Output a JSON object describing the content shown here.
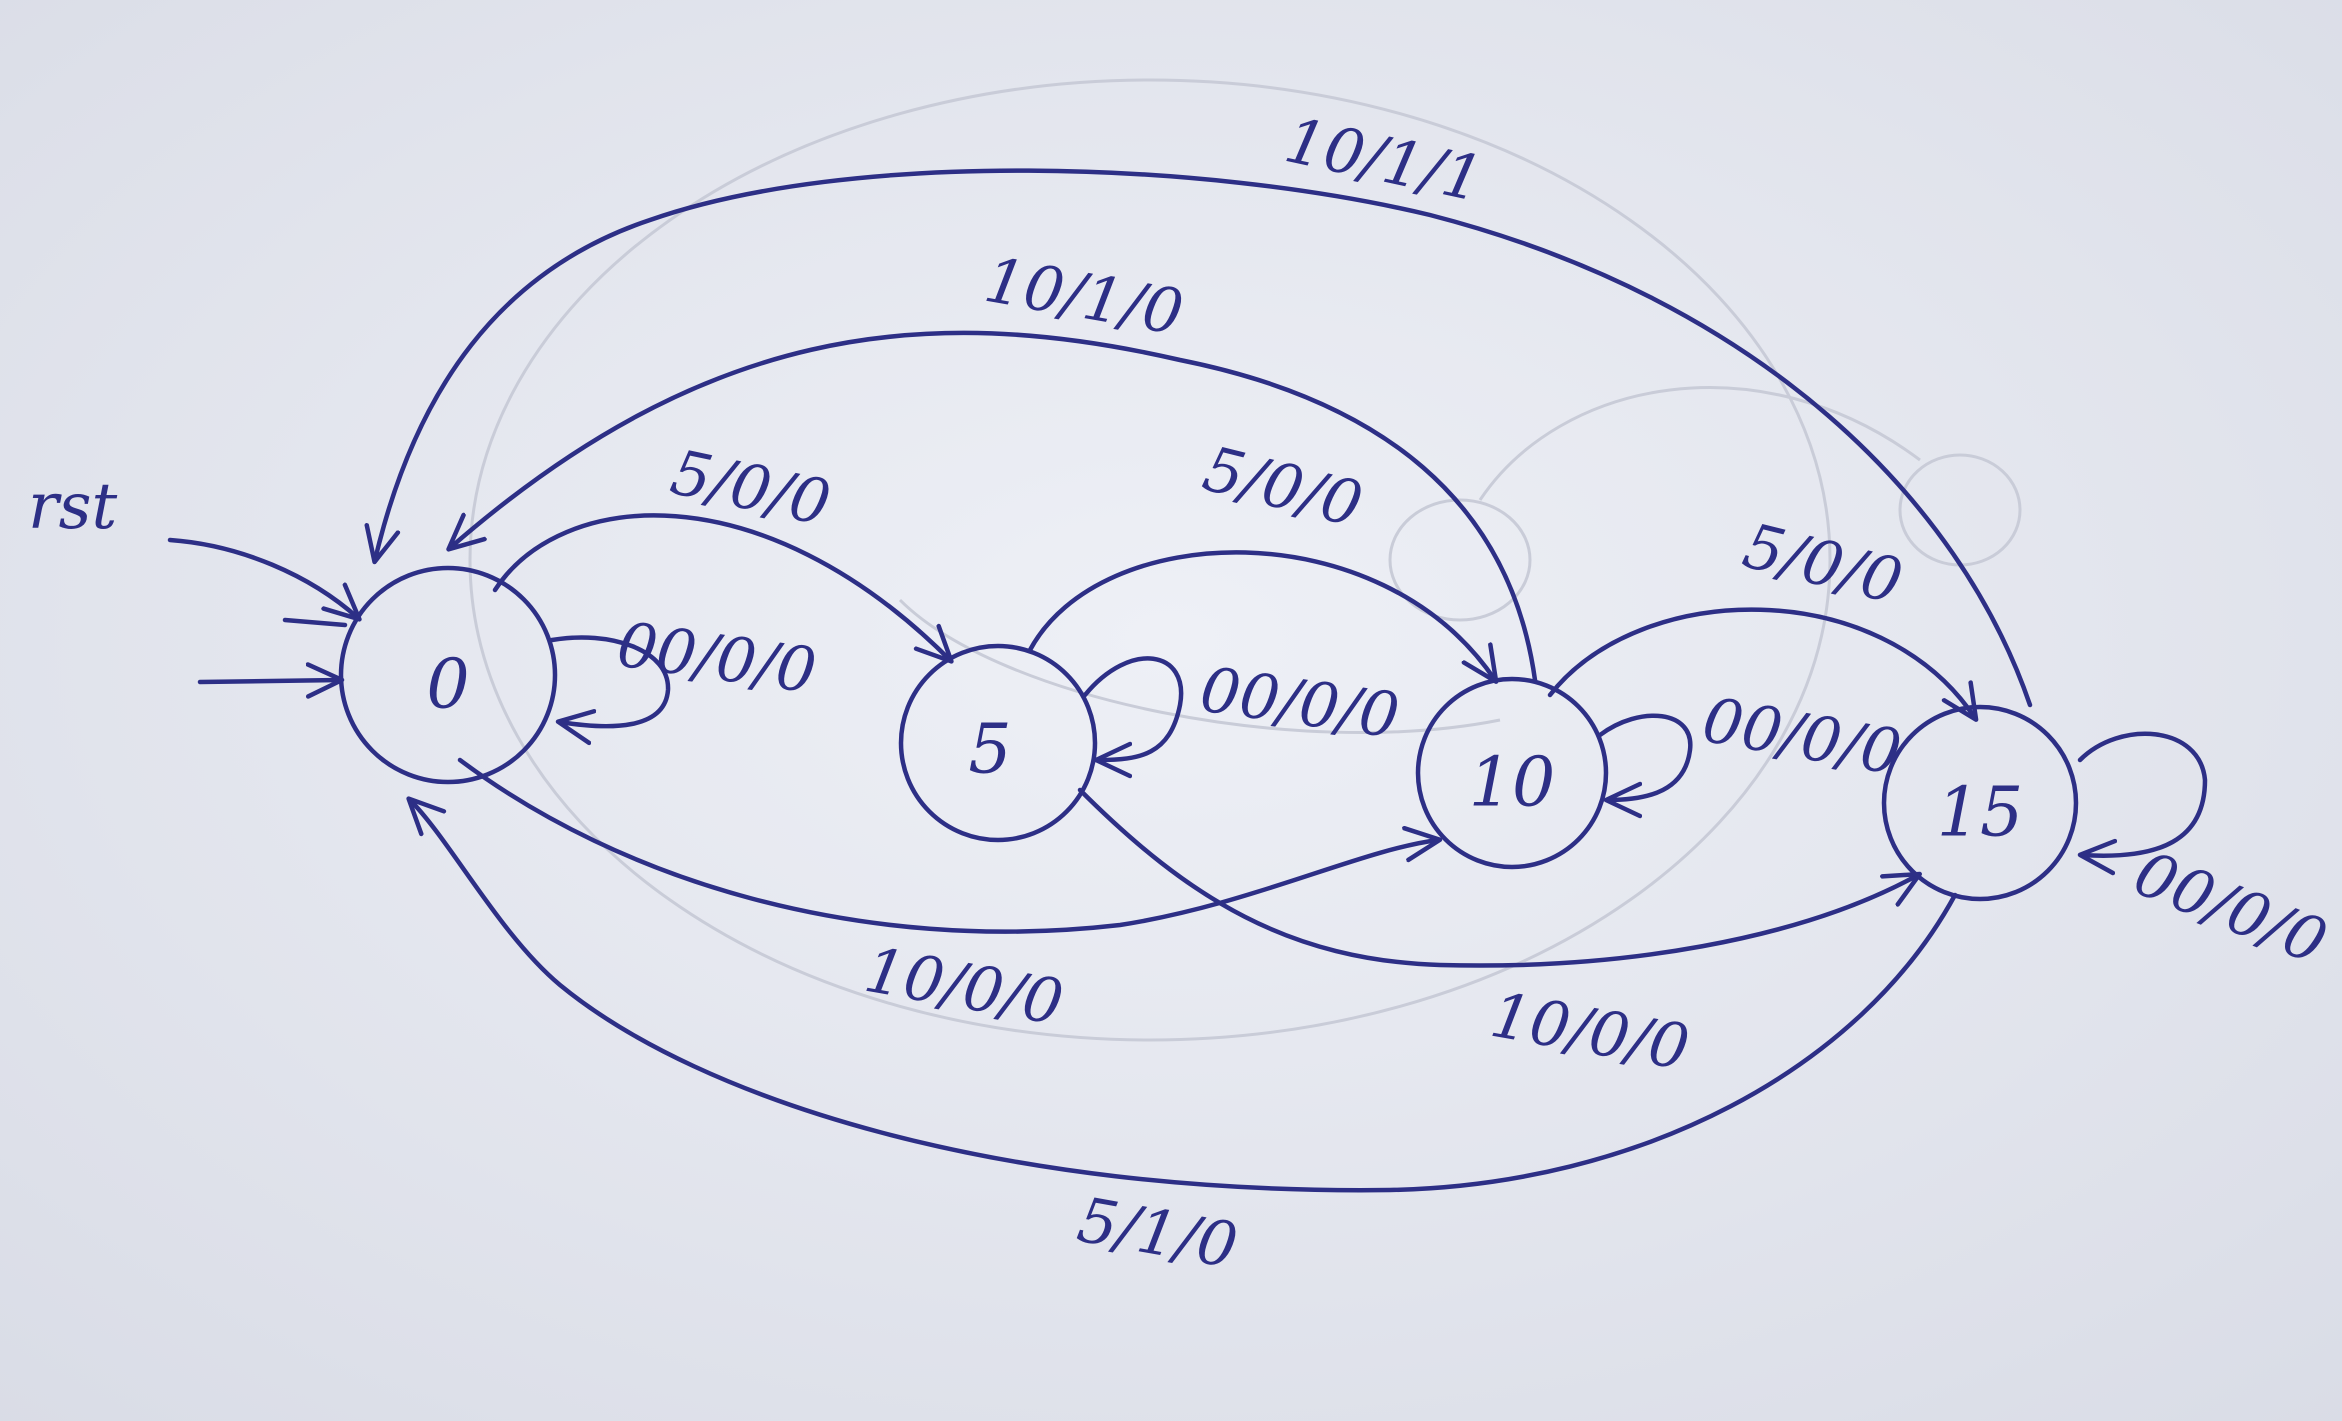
{
  "diagram": {
    "reset_label": "rst",
    "states": [
      {
        "id": "s0",
        "label": "0"
      },
      {
        "id": "s5",
        "label": "5"
      },
      {
        "id": "s10",
        "label": "10"
      },
      {
        "id": "s15",
        "label": "15"
      }
    ],
    "transitions": [
      {
        "id": "t-0-0",
        "from": "0",
        "to": "0",
        "label": "00/0/0"
      },
      {
        "id": "t-0-5",
        "from": "0",
        "to": "5",
        "label": "5/0/0"
      },
      {
        "id": "t-5-5",
        "from": "5",
        "to": "5",
        "label": "00/0/0"
      },
      {
        "id": "t-5-10",
        "from": "5",
        "to": "10",
        "label": "5/0/0"
      },
      {
        "id": "t-10-10",
        "from": "10",
        "to": "10",
        "label": "00/0/0"
      },
      {
        "id": "t-10-15",
        "from": "10",
        "to": "15",
        "label": "5/0/0"
      },
      {
        "id": "t-15-15",
        "from": "15",
        "to": "15",
        "label": "00/0/0"
      },
      {
        "id": "t-0-10",
        "from": "0",
        "to": "10",
        "label": "10/0/0"
      },
      {
        "id": "t-5-15",
        "from": "5",
        "to": "15",
        "label": "10/0/0"
      },
      {
        "id": "t-10-0",
        "from": "10",
        "to": "0",
        "label": "10/1/0"
      },
      {
        "id": "t-15-0-a",
        "from": "15",
        "to": "0",
        "label": "10/1/1"
      },
      {
        "id": "t-15-0-b",
        "from": "15",
        "to": "0",
        "label": "5/1/0"
      }
    ]
  }
}
